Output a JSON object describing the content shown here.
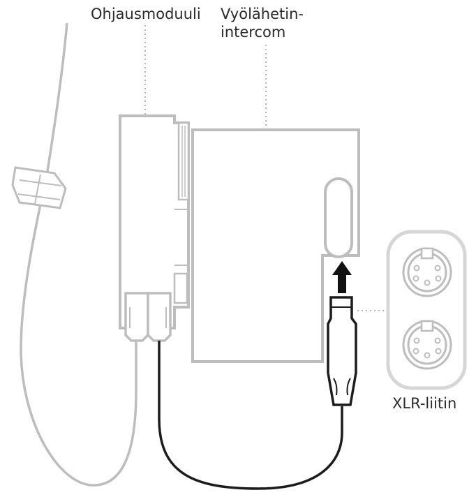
{
  "labels": {
    "control_module": "Ohjausmoduuli",
    "belt_intercom_line1": "Vyölähetin-",
    "belt_intercom_line2": "intercom",
    "xlr_connector": "XLR-liitin"
  },
  "colors": {
    "outline": "#bdbdbd",
    "cable_dark": "#1c1c1c",
    "connector_fill": "#ffffff",
    "panel_border": "#d6d6d6",
    "arrow": "#111111",
    "text": "#2a2a2a"
  }
}
